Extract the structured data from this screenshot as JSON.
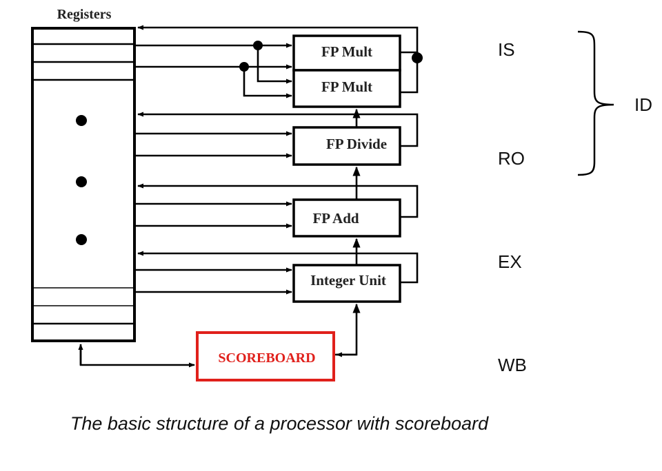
{
  "registers": {
    "title": "Registers"
  },
  "units": {
    "fp_mult_1": "FP Mult",
    "fp_mult_2": "FP Mult",
    "fp_divide": "FP Divide",
    "fp_add": "FP Add",
    "integer_unit": "Integer Unit"
  },
  "scoreboard": {
    "label": "SCOREBOARD",
    "color": "#e0201b"
  },
  "stages": {
    "is": "IS",
    "ro": "RO",
    "id": "ID",
    "ex": "EX",
    "wb": "WB"
  },
  "caption": "The basic structure of a processor with scoreboard"
}
